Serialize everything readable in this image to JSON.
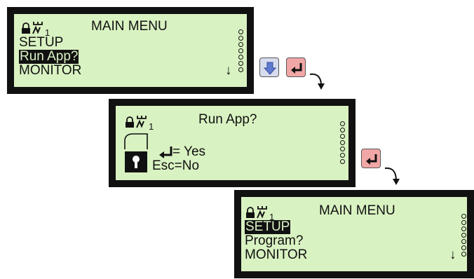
{
  "screen1": {
    "channel": "1",
    "title": "MAIN MENU",
    "items": [
      "SETUP",
      "Run App?",
      "MONITOR"
    ],
    "scroll_indicator": "↓"
  },
  "screen2": {
    "channel": "1",
    "title": "Run App?",
    "yes_option": "= Yes",
    "no_option": "Esc=No"
  },
  "screen3": {
    "channel": "1",
    "title": "MAIN MENU",
    "items": [
      "SETUP",
      "Program?",
      "MONITOR"
    ],
    "scroll_indicator": "↓"
  },
  "icons": {
    "down_key": "down-arrow-key-icon",
    "enter_key": "enter-key-icon",
    "lock": "lock-icon",
    "channel_indicator": "channel-indicator-icon",
    "transition": "curved-arrow-icon"
  },
  "colors": {
    "bezel": "#111111",
    "lcd_background": "#d9f2c2",
    "down_key": "#d7dbee",
    "enter_key": "#f2a7a7"
  }
}
